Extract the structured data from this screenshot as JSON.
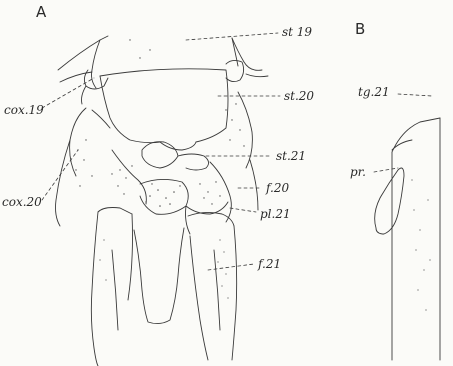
{
  "panels": {
    "a": "A",
    "b": "B"
  },
  "labels": {
    "st19": "st 19",
    "st20": "st.20",
    "st21": "st.21",
    "f20": "f.20",
    "pl21": "pl.21",
    "f21": "f.21",
    "cox19": "cox.19",
    "cox20": "cox.20",
    "tg21": "tg.21",
    "pr": "pr."
  },
  "colors": {
    "ink": "#2a2a2a",
    "paper": "#fbfbf8"
  }
}
